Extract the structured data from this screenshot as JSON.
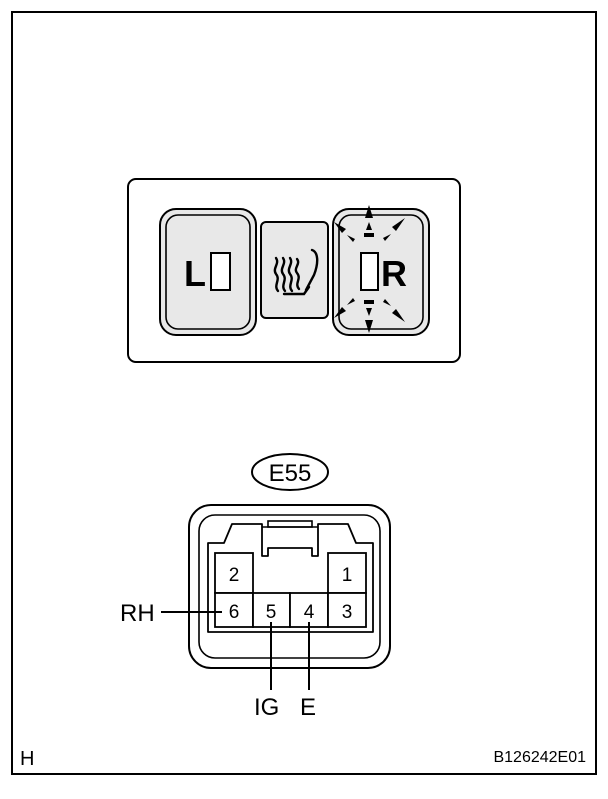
{
  "switch_panel": {
    "left_label": "L",
    "right_label": "R",
    "left_button_icon": "indicator-lamp-icon",
    "center_button_icon": "seat-heater-icon",
    "right_button_icon": "illuminated-indicator-icon"
  },
  "connector": {
    "id": "E55",
    "pins": [
      {
        "number": "1"
      },
      {
        "number": "2"
      },
      {
        "number": "3"
      },
      {
        "number": "4"
      },
      {
        "number": "5"
      },
      {
        "number": "6"
      }
    ],
    "labels": {
      "rh": "RH",
      "ig": "IG",
      "e": "E"
    }
  },
  "footer": {
    "corner_mark": "H",
    "figure_code": "B126242E01"
  },
  "colors": {
    "line": "#000000",
    "panel_fill": "#ffffff",
    "button_fill": "#e8e8e8"
  }
}
